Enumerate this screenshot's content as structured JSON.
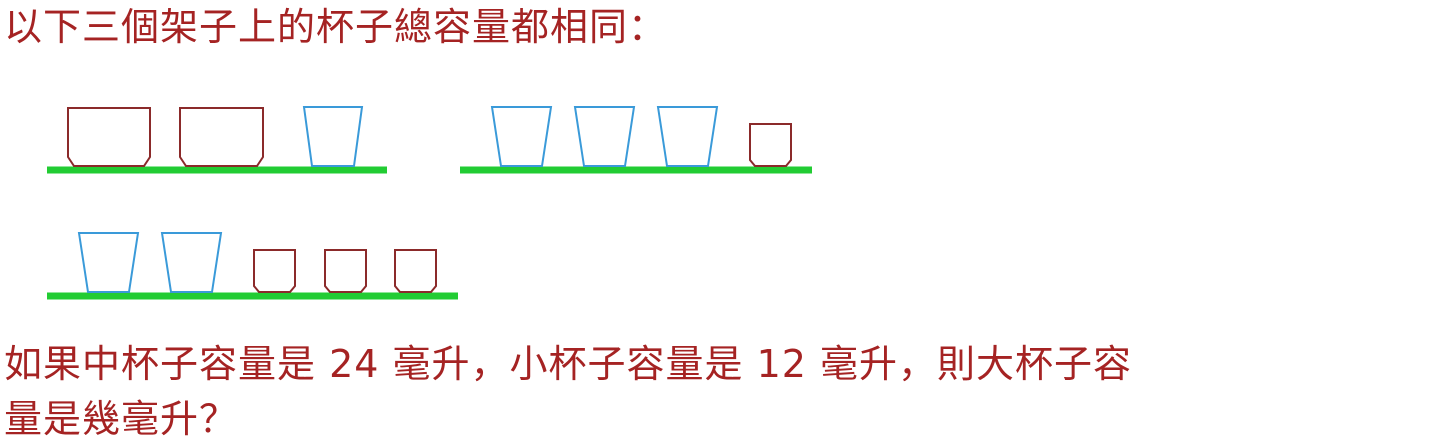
{
  "question": {
    "intro": "以下三個架子上的杯子總容量都相同：",
    "body_line_1": "如果中杯子容量是 24 毫升，小杯子容量是 12 毫升，則大杯子容",
    "body_line_2": "量是幾毫升？"
  },
  "colors": {
    "text": "#a52323",
    "shelf": "#22cc33",
    "large_cup": "#8b2a2a",
    "medium_cup": "#3a9ad9",
    "small_cup": "#8b2a2a"
  },
  "shelves": [
    {
      "cups": [
        "large",
        "large",
        "medium"
      ]
    },
    {
      "cups": [
        "medium",
        "medium",
        "medium",
        "small"
      ]
    },
    {
      "cups": [
        "medium",
        "medium",
        "small",
        "small",
        "small"
      ]
    }
  ]
}
